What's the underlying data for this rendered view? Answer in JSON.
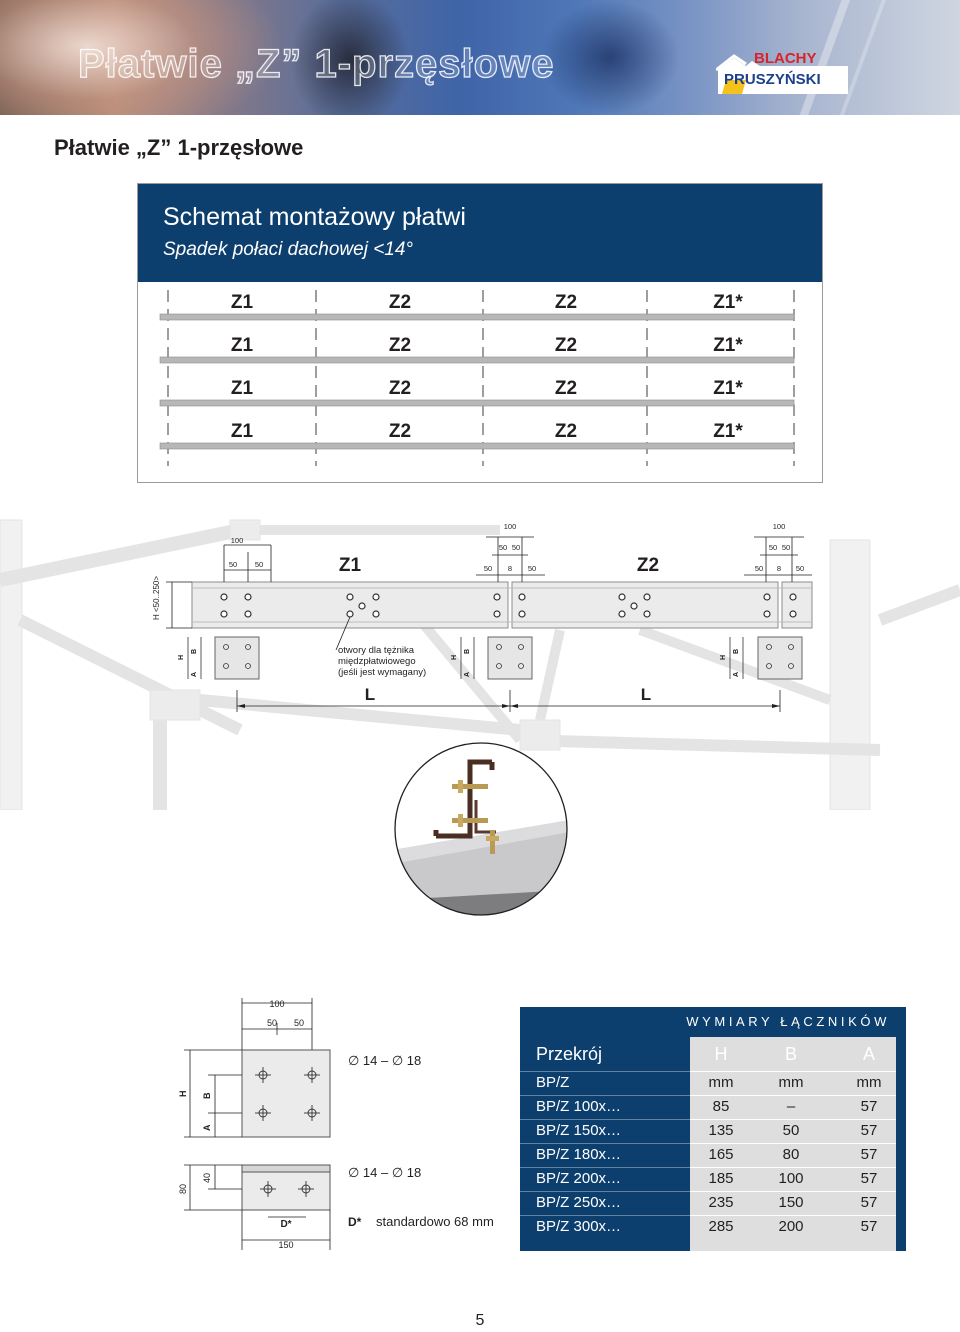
{
  "header": {
    "banner_title": "Płatwie „Z” 1-przęsłowe",
    "logo_line1": "BLACHY",
    "logo_line2": "PRUSZYŃSKI"
  },
  "page_title": "Płatwie „Z” 1-przęsłowe",
  "scheme": {
    "title": "Schemat montażowy płatwi",
    "subtitle": "Spadek połaci dachowej <14°",
    "rows": [
      [
        "Z1",
        "Z2",
        "Z2",
        "Z1*"
      ],
      [
        "Z1",
        "Z2",
        "Z2",
        "Z1*"
      ],
      [
        "Z1",
        "Z2",
        "Z2",
        "Z1*"
      ],
      [
        "Z1",
        "Z2",
        "Z2",
        "Z1*"
      ]
    ]
  },
  "frame": {
    "label_z1": "Z1",
    "label_z2": "Z2",
    "dim_100": "100",
    "dim_50": "50",
    "dim_8": "8",
    "h_range": "H <50..250>",
    "dim_h": "H",
    "dim_a": "A",
    "dim_b": "B",
    "span_label": "L",
    "note_line1": "otwory dla tężnika",
    "note_line2": "międzpłatwiowego",
    "note_line3": "(jeśli jest wymagany)"
  },
  "bottom": {
    "dim_100": "100",
    "dim_50": "50",
    "dim_80": "80",
    "dim_40": "40",
    "dim_150": "150",
    "dim_h": "H",
    "dim_a": "A",
    "dim_b": "B",
    "d_label": "D*",
    "hole_range": "∅ 14 – ∅ 18",
    "d_note_key": "D*",
    "d_note": "standardowo 68 mm"
  },
  "table": {
    "title": "WYMIARY ŁĄCZNIKÓW",
    "headers": [
      "Przekrój",
      "H",
      "B",
      "A"
    ],
    "units": [
      "BP/Z",
      "mm",
      "mm",
      "mm"
    ],
    "rows": [
      [
        "BP/Z 100x…",
        "85",
        "–",
        "57"
      ],
      [
        "BP/Z 150x…",
        "135",
        "50",
        "57"
      ],
      [
        "BP/Z 180x…",
        "165",
        "80",
        "57"
      ],
      [
        "BP/Z 200x…",
        "185",
        "100",
        "57"
      ],
      [
        "BP/Z 250x…",
        "235",
        "150",
        "57"
      ],
      [
        "BP/Z 300x…",
        "285",
        "200",
        "57"
      ]
    ]
  },
  "page_number": "5",
  "colors": {
    "navy": "#0d3f6e",
    "logo_red": "#d9232a",
    "logo_blue": "#1b3f8f",
    "logo_yellow": "#f4c21a"
  }
}
